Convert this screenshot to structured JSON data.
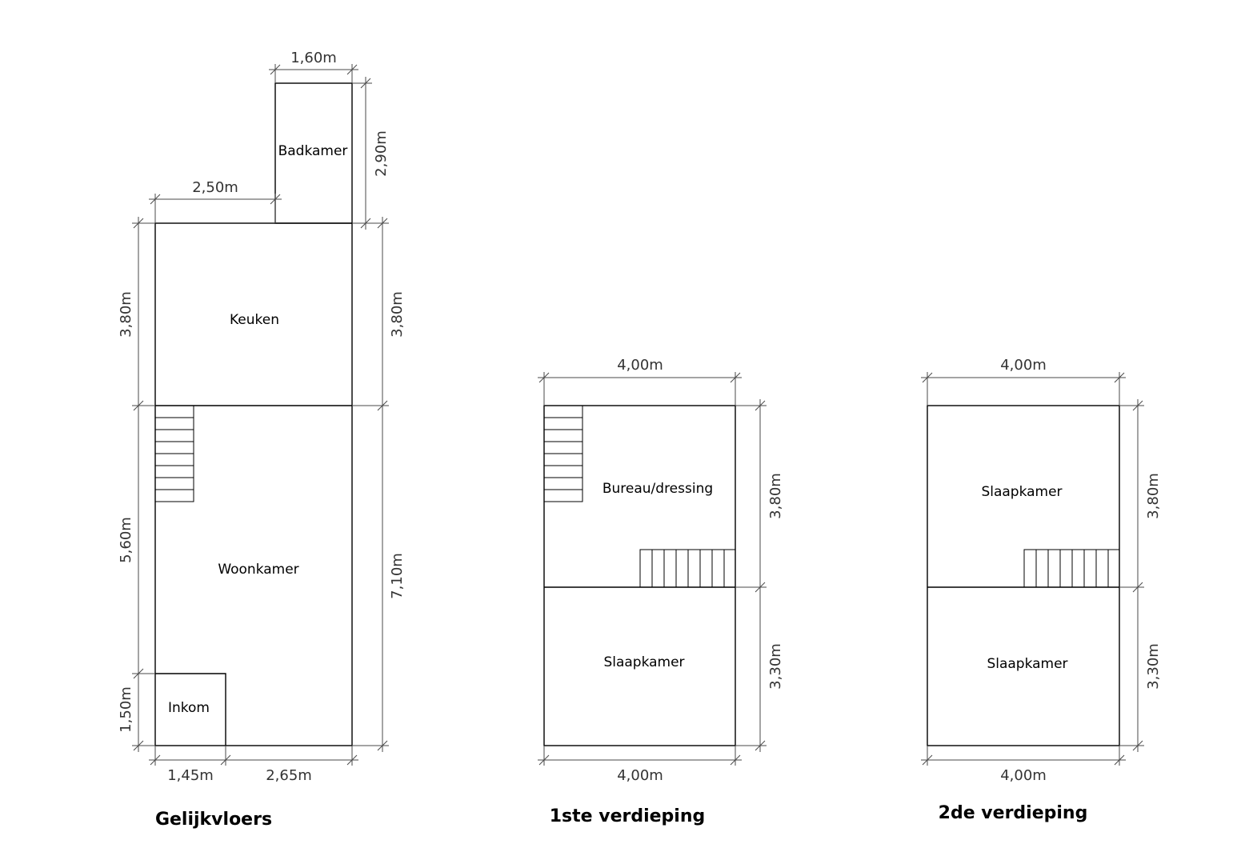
{
  "floors": [
    {
      "title": "Gelijkvloers",
      "rooms": [
        "Badkamer",
        "Keuken",
        "Woonkamer",
        "Inkom"
      ],
      "dimensions": [
        "1,60m",
        "2,90m",
        "2,50m",
        "3,80m",
        "3,80m",
        "5,60m",
        "7,10m",
        "1,50m",
        "1,45m",
        "2,65m"
      ]
    },
    {
      "title": "1ste verdieping",
      "rooms": [
        "Bureau/dressing",
        "Slaapkamer"
      ],
      "dimensions": [
        "4,00m",
        "3,80m",
        "3,30m",
        "4,00m"
      ]
    },
    {
      "title": "2de verdieping",
      "rooms": [
        "Slaapkamer",
        "Slaapkamer"
      ],
      "dimensions": [
        "4,00m",
        "3,80m",
        "3,30m",
        "4,00m"
      ]
    }
  ]
}
